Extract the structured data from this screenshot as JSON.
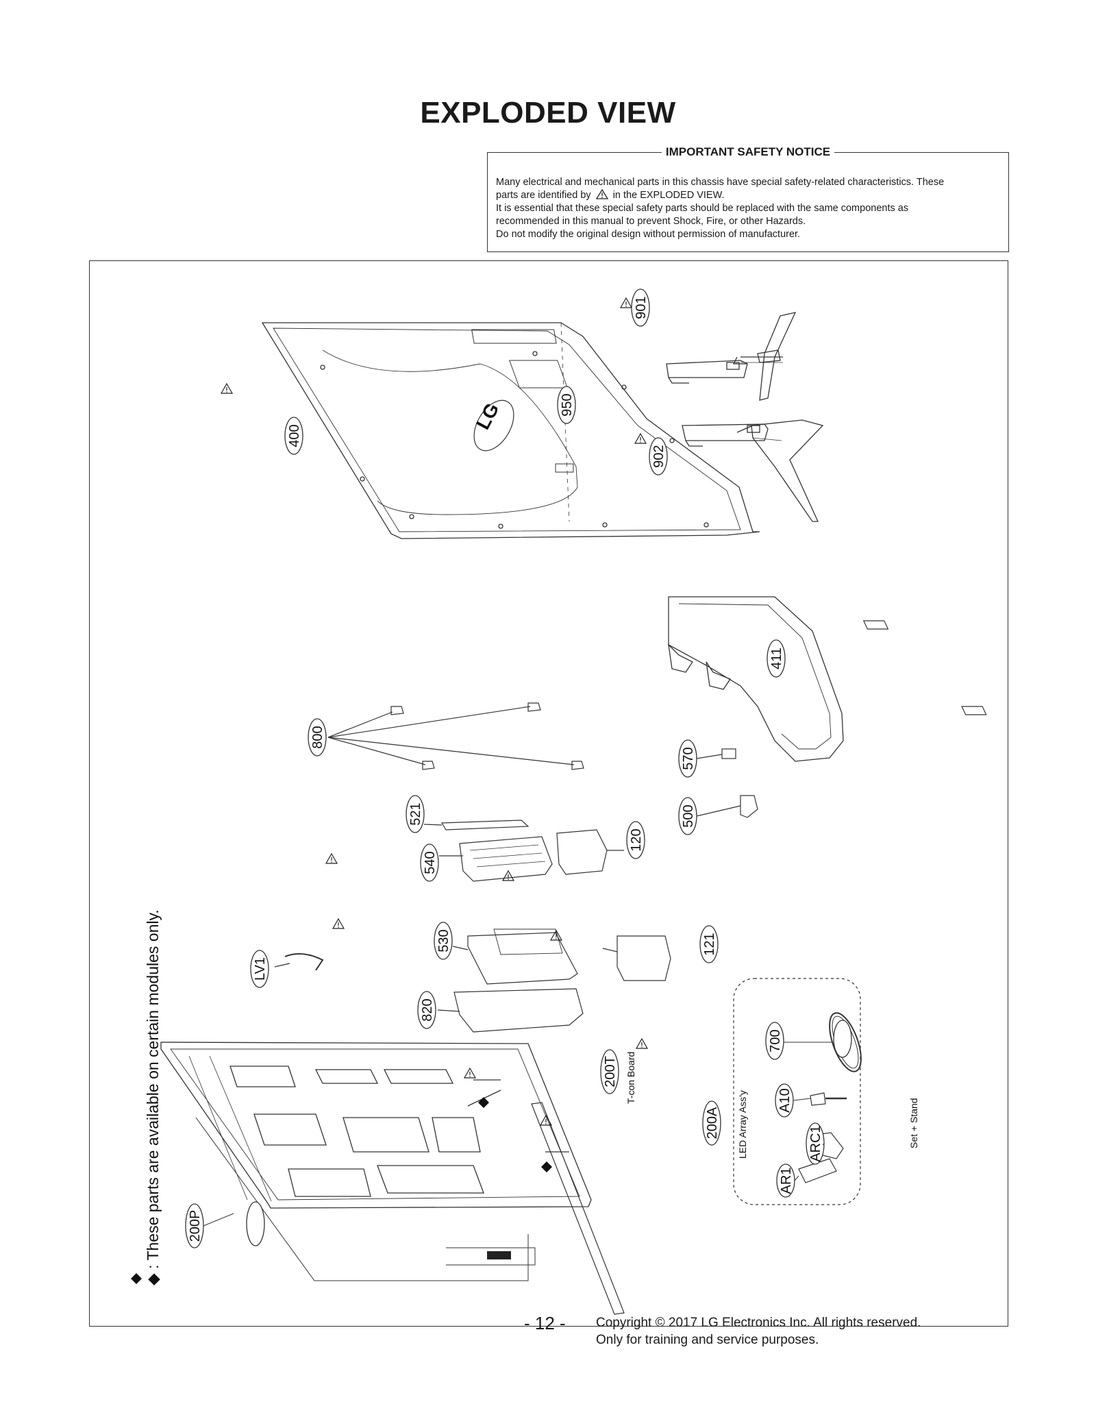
{
  "title": "EXPLODED VIEW",
  "notice": {
    "heading": "IMPORTANT SAFETY NOTICE",
    "line1": "Many electrical and mechanical parts in this chassis have special safety-related characteristics. These",
    "line2a": "parts are identified by",
    "line2b": "in the EXPLODED VIEW.",
    "line3": "It is essential that these special safety parts should be replaced with the same components as",
    "line4": "recommended in this manual to prevent Shock, Fire, or other Hazards.",
    "line5": "Do not modify the original design without permission of manufacturer."
  },
  "side_note": "◆ : These parts are available on certain modules only.",
  "parts": {
    "p901": "901",
    "p950": "950",
    "p400": "400",
    "p902": "902",
    "p411": "411",
    "p800": "800",
    "p570": "570",
    "p500": "500",
    "p521": "521",
    "p540": "540",
    "p120": "120",
    "p530": "530",
    "p121": "121",
    "pLV1": "LV1",
    "p820": "820",
    "p700": "700",
    "p200T": "200T",
    "p200A": "200A",
    "pA10": "A10",
    "pARC1": "ARC1",
    "pAR1": "AR1",
    "p200P": "200P"
  },
  "captions": {
    "tcon": "T-con Board",
    "led": "LED Array Ass'y",
    "stand": "Set + Stand"
  },
  "footer": {
    "page": "- 12 -",
    "copyright": "Copyright © 2017 LG Electronics Inc. All rights reserved.",
    "training": "Only for training and service purposes."
  }
}
